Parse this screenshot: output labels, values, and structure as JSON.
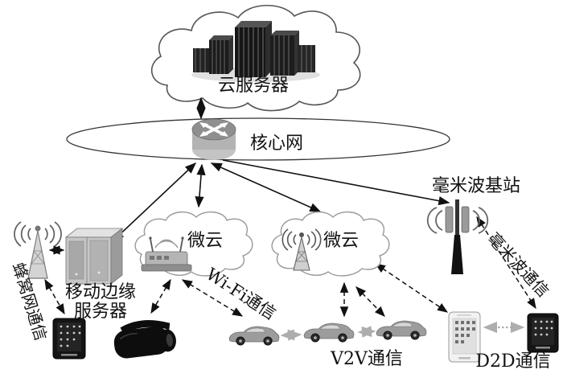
{
  "diagram": {
    "nodes": {
      "cloud_server": "云服务器",
      "core_network": "核心网",
      "mmwave_base_station": "毫米波基站",
      "edge_server_line1": "移动边缘",
      "edge_server_line2": "服务器",
      "cloudlet_left": "微云",
      "cloudlet_right": "微云"
    },
    "links": {
      "cellular": "蜂窝网通信",
      "wifi": "Wi-Fi通信",
      "v2v": "V2V通信",
      "d2d": "D2D通信",
      "mmwave": "毫米波通信"
    },
    "icons": {
      "server_buildings": "cloud-server-buildings",
      "router": "core-router",
      "cell_tower": "cellular-tower",
      "edge_server": "edge-server-cabinets",
      "wifi_router": "wifi-access-point",
      "small_antenna": "small-cell-antenna",
      "bs_antenna": "mmwave-antenna-mast",
      "tablet": "tablet",
      "vr": "vr-headset",
      "car": "car",
      "phone": "smartphone"
    },
    "colors": {
      "background": "#ffffff",
      "line": "#111111",
      "soft_gray": "#aaaaaa",
      "device_dark": "#101010",
      "device_gray": "#9c9c9c"
    }
  }
}
